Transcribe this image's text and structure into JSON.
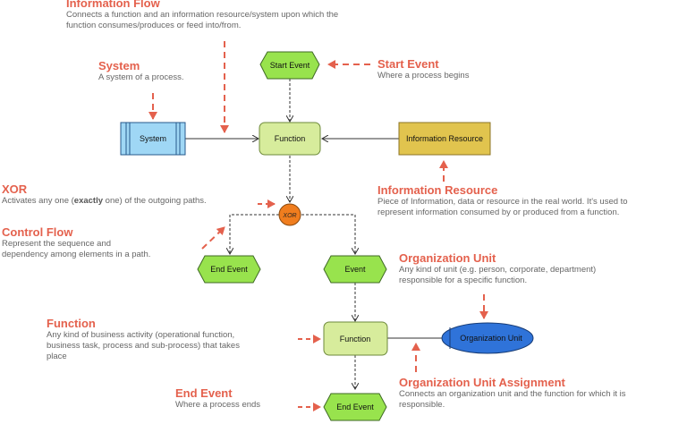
{
  "colors": {
    "accent": "#e4614d",
    "event_fill": "#98e34d",
    "function_fill": "#d7ec9c",
    "system_fill": "#9fd7f5",
    "info_resource_fill": "#e1c44e",
    "org_unit_fill": "#2f73d9",
    "xor_fill": "#f07d1e"
  },
  "nodes": {
    "start_event": "Start Event",
    "function_top": "Function",
    "system": "System",
    "information_resource": "Information Resource",
    "xor": "XOR",
    "end_event_left": "End Event",
    "event_right": "Event",
    "function_bottom": "Function",
    "organization_unit": "Organization Unit",
    "end_event_bottom": "End Event"
  },
  "annotations": {
    "information_flow": {
      "title": "Information Flow",
      "lines": [
        "Connects a function and an information resource/system upon which the",
        "function consumes/produces or feed into/from."
      ]
    },
    "system": {
      "title": "System",
      "lines": [
        "A system of a process."
      ]
    },
    "start_event": {
      "title": "Start Event",
      "lines": [
        "Where a process begins"
      ]
    },
    "xor": {
      "title": "XOR",
      "before": "Activates any one (",
      "bold": "exactly",
      "after": " one) of the outgoing paths."
    },
    "information_resource": {
      "title": "Information Resource",
      "lines": [
        "Piece of Information, data or resource in the real world. It's used to",
        "represent information consumed by or produced from a function."
      ]
    },
    "control_flow": {
      "title": "Control Flow",
      "lines": [
        "Represent the sequence and",
        "dependency among elements in a path."
      ]
    },
    "organization_unit": {
      "title": "Organization Unit",
      "lines": [
        "Any kind of unit (e.g. person, corporate, department)",
        "responsible for a specific function."
      ]
    },
    "function": {
      "title": "Function",
      "lines": [
        "Any kind of business activity (operational function,",
        "business task, process and sub-process) that takes",
        "place"
      ]
    },
    "organization_unit_assignment": {
      "title": "Organization Unit Assignment",
      "lines": [
        "Connects an organization unit and the function for which it is",
        "responsible."
      ]
    },
    "end_event": {
      "title": "End Event",
      "lines": [
        "Where a process ends"
      ]
    }
  }
}
